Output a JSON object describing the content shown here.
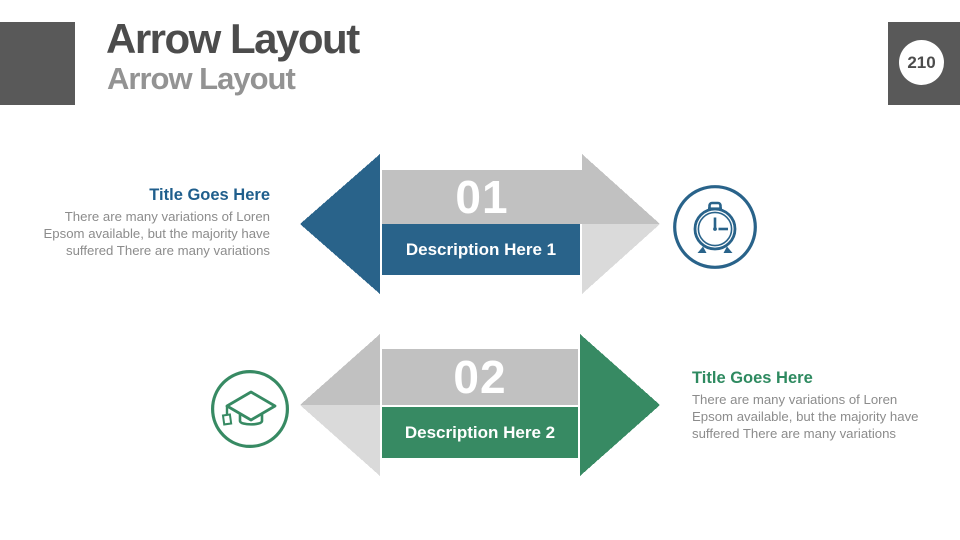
{
  "header": {
    "title": "Arrow Layout",
    "subtitle": "Arrow Layout",
    "page_number": "210"
  },
  "items": [
    {
      "number": "01",
      "description": "Description Here 1",
      "side_title": "Title Goes Here",
      "side_text": "There are many variations of Loren Epsom available, but the majority have suffered  There are many variations",
      "icon": "alarm-clock-icon",
      "accent_color": "#29638a",
      "text_side": "left",
      "icon_side": "right"
    },
    {
      "number": "02",
      "description": "Description Here 2",
      "side_title": "Title Goes Here",
      "side_text": "There are many variations of Loren Epsom available, but the majority have suffered  There are many variations",
      "icon": "graduation-cap-icon",
      "accent_color": "#378a63",
      "text_side": "right",
      "icon_side": "left"
    }
  ],
  "colors": {
    "accent_blue": "#29638a",
    "accent_green": "#378a63",
    "arrow_gray_medium": "#c1c1c1",
    "arrow_gray_light": "#dadada",
    "header_block_gray": "#595959",
    "title_text": "#4c4c4c",
    "subtitle_text": "#939393",
    "body_text": "#8c8c8c"
  }
}
